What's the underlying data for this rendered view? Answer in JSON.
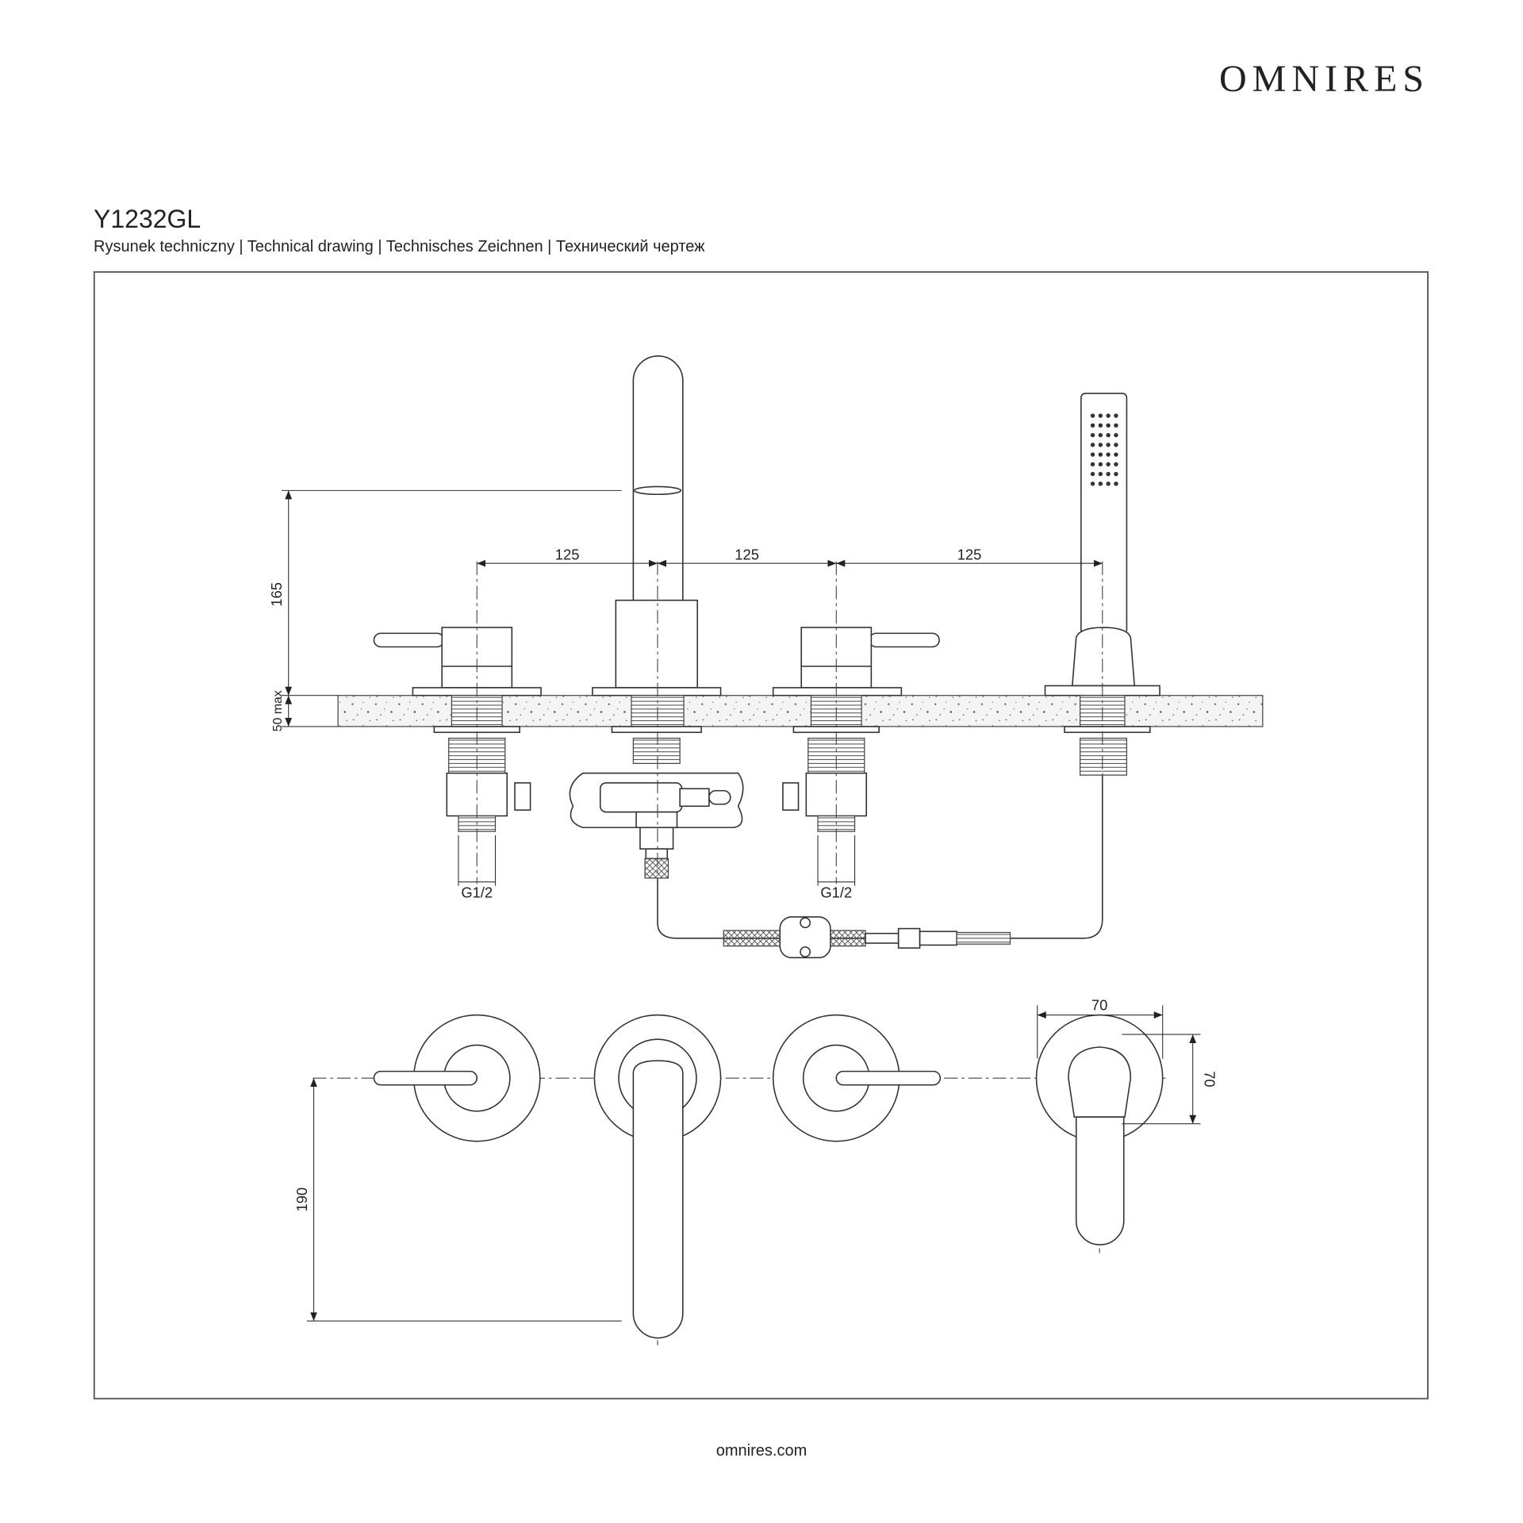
{
  "brand": "OMNIRES",
  "model": "Y1232GL",
  "subtitle": "Rysunek techniczny | Technical drawing | Technisches Zeichnen | Технический чертеж",
  "footer": "omnires.com",
  "dimensions": {
    "spout_height": "165",
    "deck_thickness": "50 max",
    "spacing_1": "125",
    "spacing_2": "125",
    "spacing_3": "125",
    "connection_left": "G1/2",
    "connection_right": "G1/2",
    "spout_reach": "190",
    "shower_width": "70",
    "shower_depth": "70"
  }
}
